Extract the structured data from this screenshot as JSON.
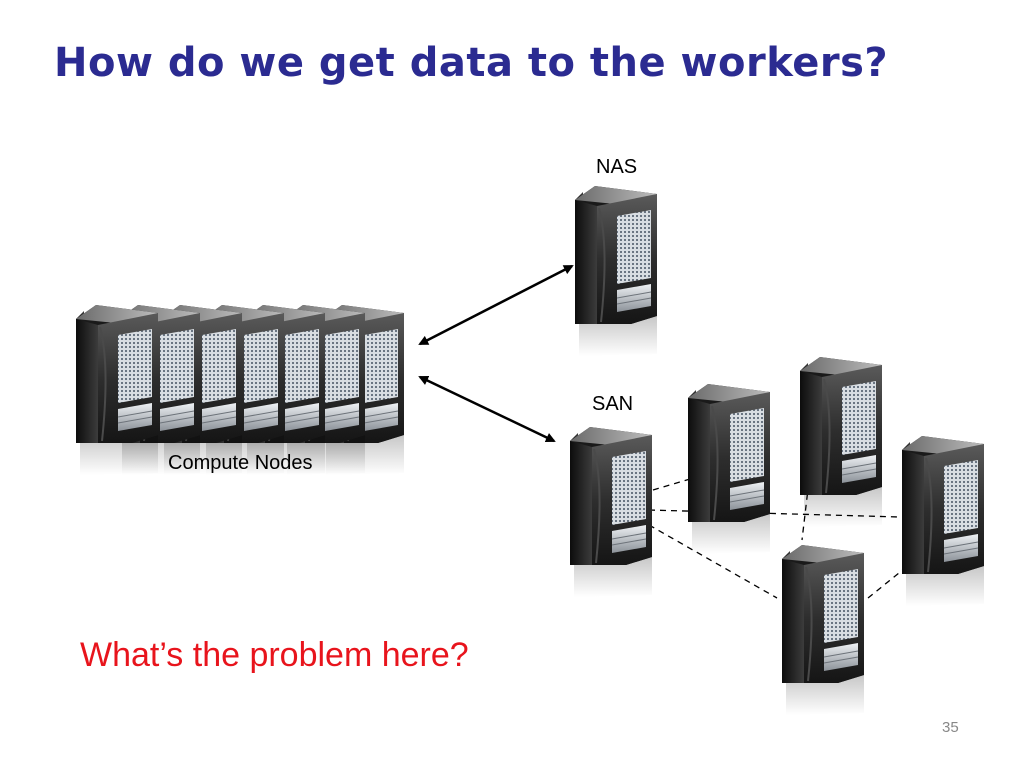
{
  "slide": {
    "title": "How do we get data to the workers?",
    "question": "What’s the problem here?",
    "page_number": "35"
  },
  "diagram": {
    "labels": {
      "nas": "NAS",
      "san": "SAN",
      "compute": "Compute Nodes"
    },
    "colors": {
      "title": "#2b2b91",
      "question": "#e8141c",
      "server_body": "#2a2a2a",
      "server_face": "#c8ccd0"
    },
    "icons": {
      "server": "server-tower-icon",
      "arrow": "double-headed-arrow",
      "link": "dashed-connection"
    }
  }
}
